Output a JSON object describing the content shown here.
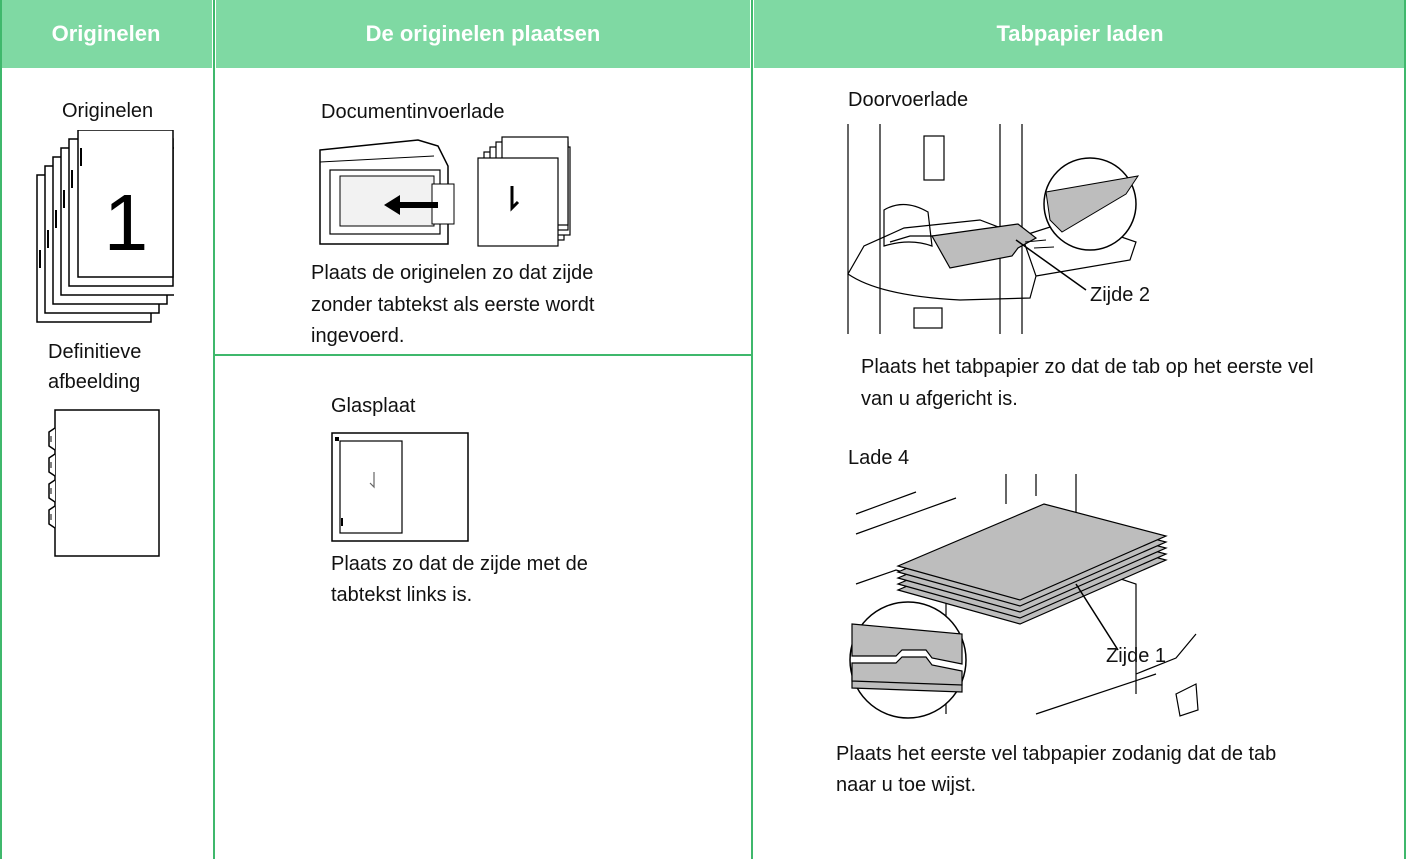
{
  "header": {
    "col1": "Originelen",
    "col2": "De originelen plaatsen",
    "col3": "Tabpapier laden"
  },
  "col1": {
    "originals_label": "Originelen",
    "page_number": "1",
    "final_label_line1": "Definitieve",
    "final_label_line2": "afbeelding"
  },
  "col2": {
    "feeder_title": "Documentinvoerlade",
    "feeder_text_1": "Plaats de originelen zo dat zijde",
    "feeder_text_2": "zonder tabtekst als eerste wordt",
    "feeder_text_3": "ingevoerd.",
    "glass_title": "Glasplaat",
    "glass_text_1": "Plaats zo dat de zijde met de",
    "glass_text_2": "tabtekst links is."
  },
  "col3": {
    "bypass_title": "Doorvoerlade",
    "bypass_side": "Zijde 2",
    "bypass_text_1": "Plaats het tabpapier zo dat de tab op het eerste vel",
    "bypass_text_2": "van u afgericht is.",
    "tray_title": "Lade 4",
    "tray_side": "Zijde 1",
    "tray_text_1": "Plaats het eerste vel tabpapier zodanig dat de tab",
    "tray_text_2": "naar u toe wijst."
  },
  "colors": {
    "header_bg": "#7fd9a3",
    "grid_line": "#3fb86c",
    "paper_gray": "#bdbdbd"
  }
}
